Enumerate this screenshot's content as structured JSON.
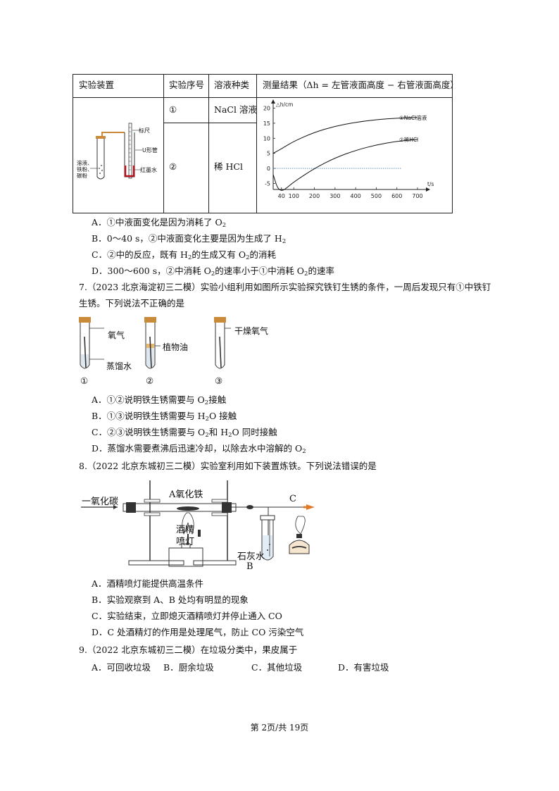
{
  "table": {
    "headers": [
      "实验装置",
      "实验序号",
      "溶液种类",
      "测量结果（Δh = 左管液面高度 − 右管液面高度）"
    ],
    "rows": [
      {
        "index": "①",
        "solution": "NaCl 溶液"
      },
      {
        "index": "②",
        "solution": "稀 HCl"
      }
    ],
    "apparatus_labels": {
      "ruler": "标尺",
      "u_tube": "U形管",
      "red_ink": "红墨水",
      "powder_line1": "溶液、",
      "powder_line2": "铁粉、",
      "powder_line3": "碳粉"
    }
  },
  "chart_data": {
    "type": "line",
    "ylabel": "△h/cm",
    "xlabel": "t/s",
    "x_ticks": [
      "40",
      "100",
      "200",
      "300",
      "400",
      "500",
      "600",
      "700"
    ],
    "y_ticks": [
      "-5",
      "0",
      "5",
      "10",
      "15",
      "20"
    ],
    "ylim": [
      -7,
      22
    ],
    "series": [
      {
        "name": "①NaCl溶液",
        "x": [
          0,
          40,
          100,
          200,
          300,
          400,
          500,
          600,
          700
        ],
        "y": [
          5,
          6.5,
          9,
          12,
          14,
          15.3,
          16.2,
          16.7,
          16.9
        ]
      },
      {
        "name": "②稀HCl",
        "x": [
          0,
          20,
          40,
          60,
          100,
          200,
          300,
          400,
          500,
          600,
          700
        ],
        "y": [
          -2,
          -6.5,
          -7.5,
          -6.8,
          -4.5,
          0,
          3.5,
          6,
          7.8,
          9,
          9.6
        ]
      }
    ],
    "reference_line": {
      "y": 0,
      "style": "dotted"
    }
  },
  "q6_options": [
    {
      "letter": "A．",
      "pre": "①中液面变化是因为消耗了 O",
      "sub": "2",
      "post": ""
    },
    {
      "letter": "B．",
      "pre": "0～40 s，②中液面变化主要是因为生成了 H",
      "sub": "2",
      "post": ""
    },
    {
      "letter": "C．",
      "parts": [
        "②中的反应，既有 H",
        "2",
        "的生成又有 O",
        "2",
        "的消耗"
      ]
    },
    {
      "letter": "D．",
      "parts": [
        "300～600 s，②中消耗 O",
        "2",
        "的速率小于①中消耗 O",
        "2",
        "的速率"
      ]
    }
  ],
  "q7": {
    "stem_line1": "7.（2023 北京海淀初三二模）实验小组利用如图所示实验探究铁钉生锈的条件，一周后发现只有①中铁钉",
    "stem_line2": "生锈。下列说法不正确的是",
    "figure_labels": {
      "oxygen": "氧气",
      "oil": "植物油",
      "water": "蒸馏水",
      "dry_oxygen": "干燥氧气",
      "n1": "①",
      "n2": "②",
      "n3": "③"
    },
    "options": [
      {
        "letter": "A．",
        "parts": [
          "①②说明铁生锈需要与 O",
          "2",
          "接触"
        ]
      },
      {
        "letter": "B．",
        "parts": [
          "①③说明铁生锈需要与 H",
          "2",
          "O 接触"
        ]
      },
      {
        "letter": "C．",
        "parts": [
          "②③说明铁生锈需要与 O",
          "2",
          "和 H",
          "2",
          "O 同时接触"
        ]
      },
      {
        "letter": "D．",
        "parts": [
          "蒸馏水需要煮沸后迅速冷却，以除去水中溶解的 O",
          "2",
          ""
        ]
      }
    ]
  },
  "q8": {
    "stem": "8.（2022 北京东城初三二模）实验室利用如下装置炼铁。下列说法错误的是",
    "figure_labels": {
      "co": "一氧化碳",
      "a_label": "A氧化铁",
      "lamp1": "酒精",
      "lamp2": "喷灯",
      "limewater": "石灰水",
      "b": "B",
      "c": "C"
    },
    "options": [
      {
        "letter": "A．",
        "text": "酒精喷灯能提供高温条件"
      },
      {
        "letter": "B．",
        "text": "实验观察到 A、B 处均有明显的现象"
      },
      {
        "letter": "C．",
        "text": "实验结束，立即熄灭酒精喷灯并停止通入 CO"
      },
      {
        "letter": "D．",
        "text": "C 处酒精灯的作用是处理尾气，防止 CO 污染空气"
      }
    ]
  },
  "q9": {
    "stem": "9.（2022 北京东城初三二模）在垃圾分类中，果皮属于",
    "options": [
      {
        "letter": "A．",
        "text": "可回收垃圾"
      },
      {
        "letter": "B．",
        "text": "厨余垃圾"
      },
      {
        "letter": "C．",
        "text": "其他垃圾"
      },
      {
        "letter": "D．",
        "text": "有害垃圾"
      }
    ]
  },
  "footer": {
    "page": "第 2页/共 19页"
  }
}
